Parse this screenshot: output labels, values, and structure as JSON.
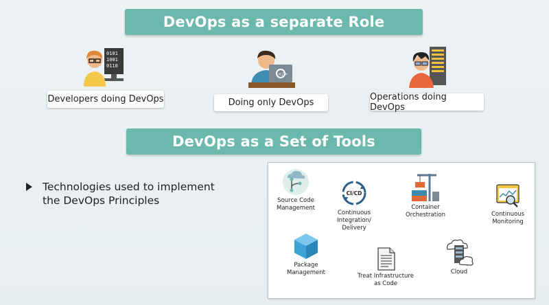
{
  "banners": {
    "role": "DevOps as a separate Role",
    "tools": "DevOps as a Set of Tools"
  },
  "roles": [
    {
      "label": "Developers doing DevOps",
      "icon": "developer-icon"
    },
    {
      "label": "Doing only DevOps",
      "icon": "devops-engineer-icon"
    },
    {
      "label": "Operations doing DevOps",
      "icon": "operations-engineer-icon"
    }
  ],
  "bullet": {
    "line1": "Technologies used to implement",
    "line2": "the DevOps Principles"
  },
  "tools": [
    {
      "line1": "Source Code",
      "line2": "Management",
      "icon": "source-code-management-icon"
    },
    {
      "line1": "Continuous",
      "line2": "Integration/",
      "line3": "Delivery",
      "icon": "ci-cd-icon",
      "badge": "CI/CD"
    },
    {
      "line1": "Container",
      "line2": "Orchestration",
      "icon": "container-orchestration-icon"
    },
    {
      "line1": "Continuous",
      "line2": "Monitoring",
      "icon": "monitoring-icon"
    },
    {
      "line1": "Package",
      "line2": "Management",
      "icon": "package-icon"
    },
    {
      "line1": "Treat Infrastructure",
      "line2": "as Code",
      "icon": "infrastructure-as-code-icon"
    },
    {
      "line1": "Cloud",
      "icon": "cloud-icon"
    }
  ],
  "colors": {
    "banner": "#6db8ad",
    "background": "#ecf1f3"
  }
}
